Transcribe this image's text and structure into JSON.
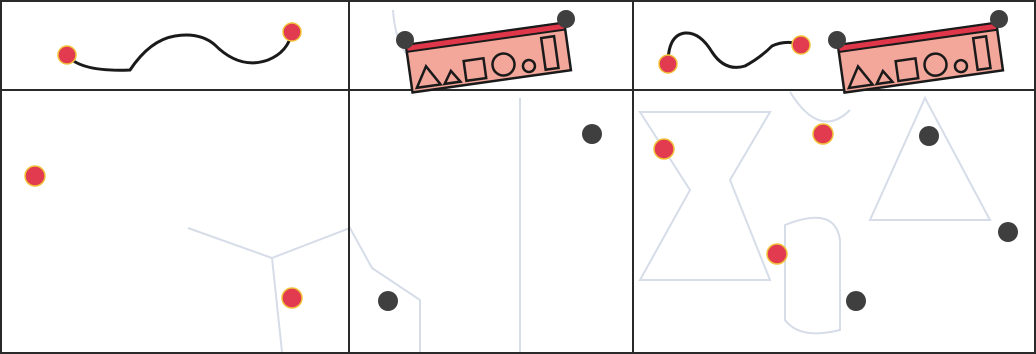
{
  "worksheet": {
    "columns": [
      {
        "key": "col-1",
        "header_icon": "string-between-two-red-dots",
        "dot_counts": {
          "red": 2,
          "dark": 0
        }
      },
      {
        "key": "col-2",
        "header_icon": "shape-ruler-with-dark-dots",
        "dot_counts": {
          "red": 0,
          "dark": 2
        }
      },
      {
        "key": "col-3",
        "header_icon": "string-and-shape-ruler",
        "dot_counts": {
          "red": 3,
          "dark": 3
        }
      }
    ],
    "colors": {
      "grid_line": "#2a2a2a",
      "red_dot": "#e23a4e",
      "red_dot_edge": "#f0c23a",
      "dark_dot": "#3f3f3f",
      "ruler_fill": "#f3a79b",
      "ruler_stripe": "#e0364a",
      "trace_line": "#d6dde8"
    },
    "icons": [
      "red-dot-icon",
      "dark-dot-icon",
      "string-icon",
      "shape-ruler-icon",
      "triangle-icon",
      "square-icon",
      "circle-icon",
      "rectangle-icon"
    ]
  }
}
